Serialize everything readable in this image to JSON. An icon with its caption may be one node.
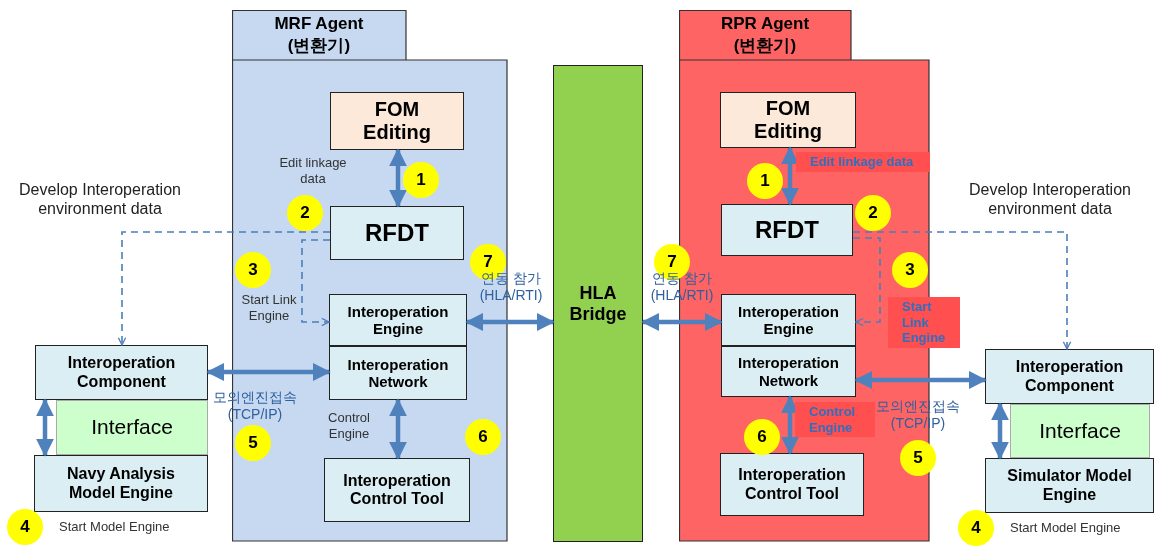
{
  "diagram": {
    "nodes": [
      {
        "text": [
          "MRF Agent (변환기)"
        ]
      },
      {
        "text": [
          "FOM Editing"
        ],
        "in": 0
      },
      {
        "text": [
          "RFDT"
        ],
        "in": 0
      },
      {
        "text": [
          "Interoperation Engine"
        ],
        "in": 0
      },
      {
        "text": [
          "Interoperation Network"
        ],
        "in": 0
      },
      {
        "text": [
          "Interoperation Control Tool"
        ],
        "in": 0
      },
      {
        "text": [
          "HLA Bridge"
        ]
      },
      {
        "text": [
          "RPR Agent (변환기)"
        ]
      },
      {
        "text": [
          "FOM Editing"
        ],
        "in": 7
      },
      {
        "text": [
          "RFDT"
        ],
        "in": 7
      },
      {
        "text": [
          "Interoperation Engine"
        ],
        "in": 7
      },
      {
        "text": [
          "Interoperation Network"
        ],
        "in": 7
      },
      {
        "text": [
          "Interoperation Control Tool"
        ],
        "in": 7
      },
      {
        "text": [
          "Interoperation Component"
        ]
      },
      {
        "text": [
          "Interface"
        ]
      },
      {
        "text": [
          "Navy Analysis Model Engine"
        ]
      },
      {
        "text": [
          "Interoperation Component"
        ]
      },
      {
        "text": [
          "Interface"
        ]
      },
      {
        "text": [
          "Simulator Model Engine"
        ]
      },
      {
        "text": [
          "1"
        ],
        "in": 0
      },
      {
        "text": [
          "2"
        ],
        "in": 0
      },
      {
        "text": [
          "3"
        ],
        "in": 0
      },
      {
        "text": [
          "7"
        ],
        "in": 0
      },
      {
        "text": [
          "5"
        ],
        "in": 0
      },
      {
        "text": [
          "6"
        ],
        "in": 0
      },
      {
        "text": [
          "4"
        ],
        "beside": [
          "Start Model Engine"
        ]
      },
      {
        "text": [
          "1"
        ],
        "in": 7
      },
      {
        "text": [
          "2"
        ],
        "in": 7
      },
      {
        "text": [
          "3"
        ],
        "in": 7
      },
      {
        "text": [
          "7"
        ]
      },
      {
        "text": [
          "6"
        ],
        "in": 7
      },
      {
        "text": [
          "5"
        ],
        "in": 7
      },
      {
        "text": [
          "4"
        ],
        "beside": [
          "Start Model Engine"
        ]
      }
    ],
    "edges": [
      {
        "from": 1,
        "to": 2,
        "arrow": "both",
        "label": "Edit linkage data"
      },
      {
        "from": 2,
        "to": 13,
        "arrow": "to",
        "style": "dashed",
        "label": "Develop Interoperation environment data"
      },
      {
        "from": 2,
        "to": 3,
        "arrow": "to",
        "style": "dashed",
        "label": "Start Link Engine"
      },
      {
        "from": 13,
        "to": 4,
        "arrow": "both",
        "label": "모의엔진접속 (TCP/IP)"
      },
      {
        "from": 4,
        "to": 5,
        "arrow": "both",
        "label": "Control Engine"
      },
      {
        "from": 3,
        "to": 6,
        "arrow": "both",
        "label": "연동 참가 (HLA/RTI)"
      },
      {
        "from": 13,
        "to": 15,
        "arrow": "both"
      },
      {
        "from": 8,
        "to": 9,
        "arrow": "both",
        "label": "Edit linkage data"
      },
      {
        "from": 9,
        "to": 16,
        "arrow": "to",
        "style": "dashed",
        "label": "Develop Interoperation environment data"
      },
      {
        "from": 9,
        "to": 10,
        "arrow": "to",
        "style": "dashed",
        "label": "Start Link Engine"
      },
      {
        "from": 11,
        "to": 16,
        "arrow": "both",
        "label": "모의엔진접속 (TCP/IP)"
      },
      {
        "from": 11,
        "to": 12,
        "arrow": "both",
        "label": "Control Engine"
      },
      {
        "from": 10,
        "to": 6,
        "arrow": "both",
        "label": "연동 참가 (HLA/RTI)"
      },
      {
        "from": 16,
        "to": 18,
        "arrow": "both"
      }
    ]
  }
}
